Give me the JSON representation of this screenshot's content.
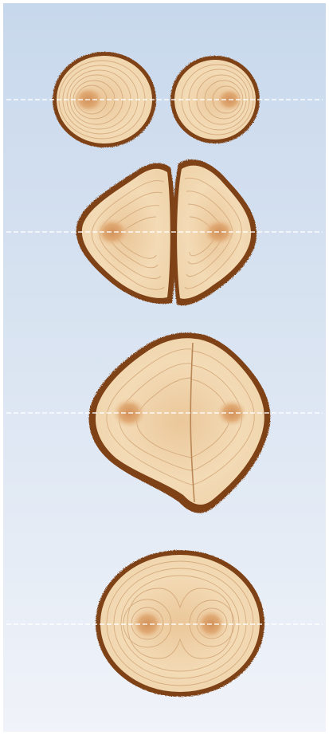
{
  "figure": {
    "stages": [
      {
        "id": "stage-1",
        "description_key": "two-separate-trunks"
      },
      {
        "id": "stage-2",
        "description_key": "two-trunks-touching"
      },
      {
        "id": "stage-3",
        "description_key": "trunks-fused-with-seam"
      },
      {
        "id": "stage-4",
        "description_key": "fully-merged-single-trunk"
      }
    ]
  },
  "colors": {
    "background_top": "#c9d8ea",
    "background_bottom": "#eef2f8",
    "wood_light": "#f3dcb8",
    "wood_mid": "#e8c596",
    "ring_line": "#c79a66",
    "pith": "#d59a5d",
    "bark": "#8a4b20",
    "bark_dark": "#6f3a16",
    "guide_line": "#ffffff"
  }
}
